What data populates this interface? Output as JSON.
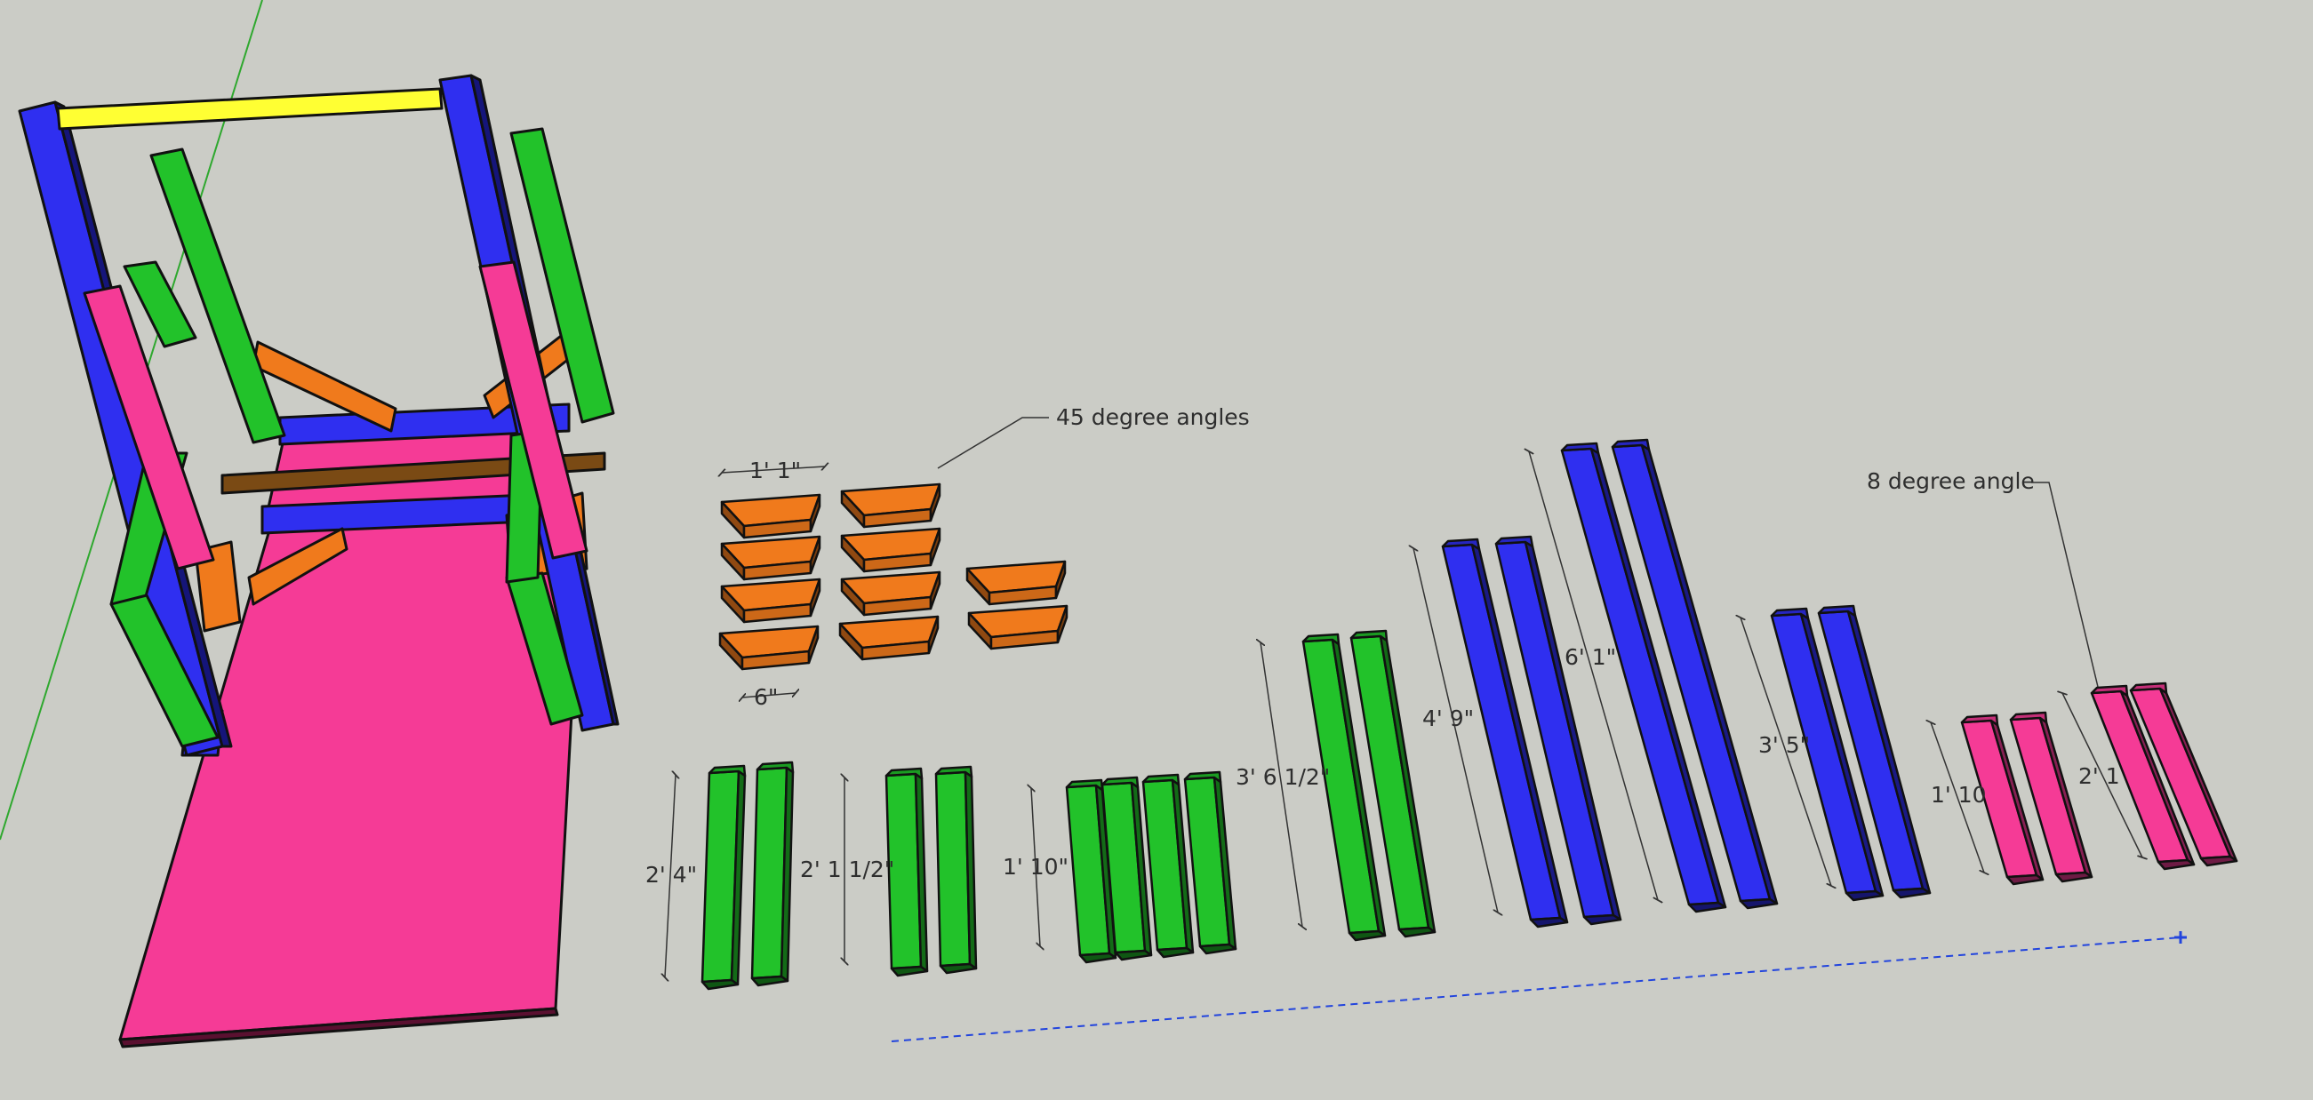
{
  "annotations": {
    "angles_45": "45 degree angles",
    "angle_8": "8 degree angle"
  },
  "dimensions": {
    "block_width": "1' 1\"",
    "block_depth": "6\"",
    "green_a": "2' 4\"",
    "green_b": "2' 1 1/2\"",
    "green_c": "1' 10\"",
    "green_d": "3' 6 1/2\"",
    "blue_a": "4' 9\"",
    "blue_b": "6' 1\"",
    "blue_c": "3' 5\"",
    "pink_a": "1' 10",
    "pink_b": "2' 1"
  },
  "colors": {
    "background": "#cbccc6",
    "green": "#22c22a",
    "blue": "#2f2ff0",
    "pink": "#f53b96",
    "orange": "#f07a1c",
    "yellow": "#ffff33",
    "brown": "#7a4a14",
    "axis_green": "#2ea82e",
    "guide_blue": "#2244dd"
  }
}
